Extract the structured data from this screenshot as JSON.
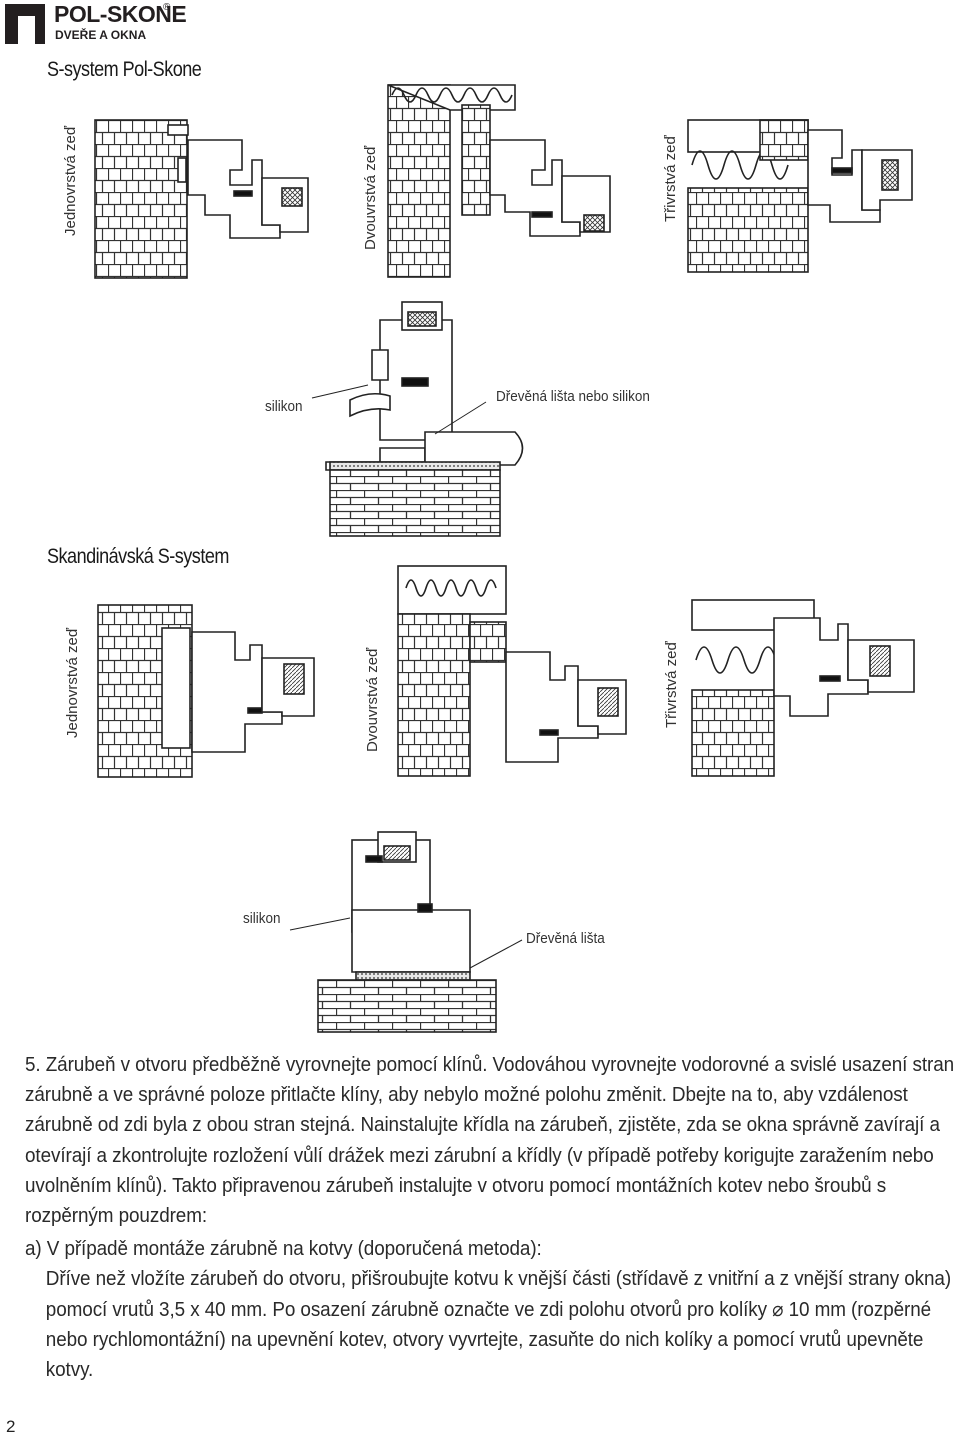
{
  "header": {
    "brand": "POL-SKONE",
    "registered": "®",
    "tagline": "DVEŘE A OKNA"
  },
  "section1": {
    "title": "S-system Pol-Skone",
    "labels": {
      "single_wall": "Jednovrstvá zeď",
      "double_wall": "Dvouvrstvá zeď",
      "triple_wall": "Třivrstvá zeď",
      "silicone": "silikon",
      "sill_note": "Dřevěná lišta nebo silikon"
    }
  },
  "section2": {
    "title": "Skandinávská S-system",
    "labels": {
      "single_wall": "Jednovrstvá zeď",
      "double_wall": "Dvouvrstvá zeď",
      "triple_wall": "Třivrstvá zeď",
      "silicone": "silikon",
      "sill_note": "Dřevěná lišta"
    }
  },
  "instructions": {
    "p1": "5. Zárubeň v otvoru předběžně vyrovnejte pomocí klínů. Vodováhou vyrovnejte vodorovné a svislé usazení stran zárubně a ve správné poloze přitlačte klíny, aby nebylo možné polohu změnit. Dbejte na to, aby vzdálenost zárubně od zdi byla z obou stran stejná. Nainstalujte křídla na zárubeň, zjistěte, zda se okna správně zavírají a otevírají a zkontrolujte rozložení vůlí drážek mezi zárubní a křídly (v případě potřeby korigujte zaražením nebo uvolněním klínů). Takto připravenou zárubeň instalujte v otvoru pomocí montážních kotev nebo šroubů s rozpěrným pouzdrem:",
    "p2_title": "a) V případě montáže zárubně na kotvy (doporučená metoda):",
    "p2_a": "Dříve než vložíte zárubeň do otvoru, přišroubujte kotvu k vnější části (střídavě z vnitřní a z vnější strany okna) pomocí vrutů 3,5 x 40 mm. Po osazení zárubně označte ve zdi polohu otvorů pro kolíky",
    "diameter_symbol": "⌀",
    "p2_b": "10 mm (rozpěrné nebo rychlomontážní) na upevnění kotev, otvory vyvrtejte, zasuňte do nich kolíky a pomocí vrutů upevněte kotvy."
  },
  "footer": {
    "page_number": "2"
  }
}
